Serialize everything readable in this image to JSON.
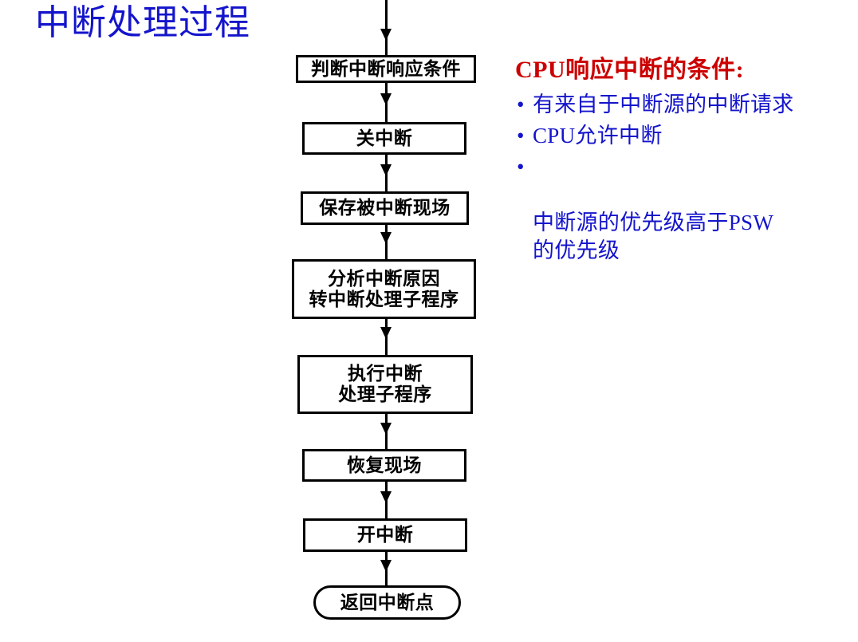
{
  "slide": {
    "title": "中断处理过程",
    "title_color": "#1414cc",
    "background": "#ffffff"
  },
  "flowchart": {
    "type": "flowchart",
    "orientation": "top-to-bottom",
    "line_color": "#000000",
    "nodes": [
      {
        "id": "n1",
        "shape": "rect",
        "text": "判断中断响应条件"
      },
      {
        "id": "n2",
        "shape": "rect",
        "text": "关中断"
      },
      {
        "id": "n3",
        "shape": "rect",
        "text": "保存被中断现场"
      },
      {
        "id": "n4",
        "shape": "rect",
        "text": "分析中断原因\n转中断处理子程序"
      },
      {
        "id": "n5",
        "shape": "rect",
        "text": "执行中断\n处理子程序"
      },
      {
        "id": "n6",
        "shape": "rect",
        "text": "恢复现场"
      },
      {
        "id": "n7",
        "shape": "rect",
        "text": "开中断"
      },
      {
        "id": "n8",
        "shape": "terminal",
        "text": "返回中断点"
      }
    ]
  },
  "notes": {
    "heading": "CPU响应中断的条件:",
    "heading_color": "#cc0000",
    "text_color": "#1414cc",
    "bullet_glyph": "•",
    "items": [
      "有来自于中断源的中断请求",
      "CPU允许中断",
      "中断源的优先级高于PSW\n的优先级"
    ]
  }
}
